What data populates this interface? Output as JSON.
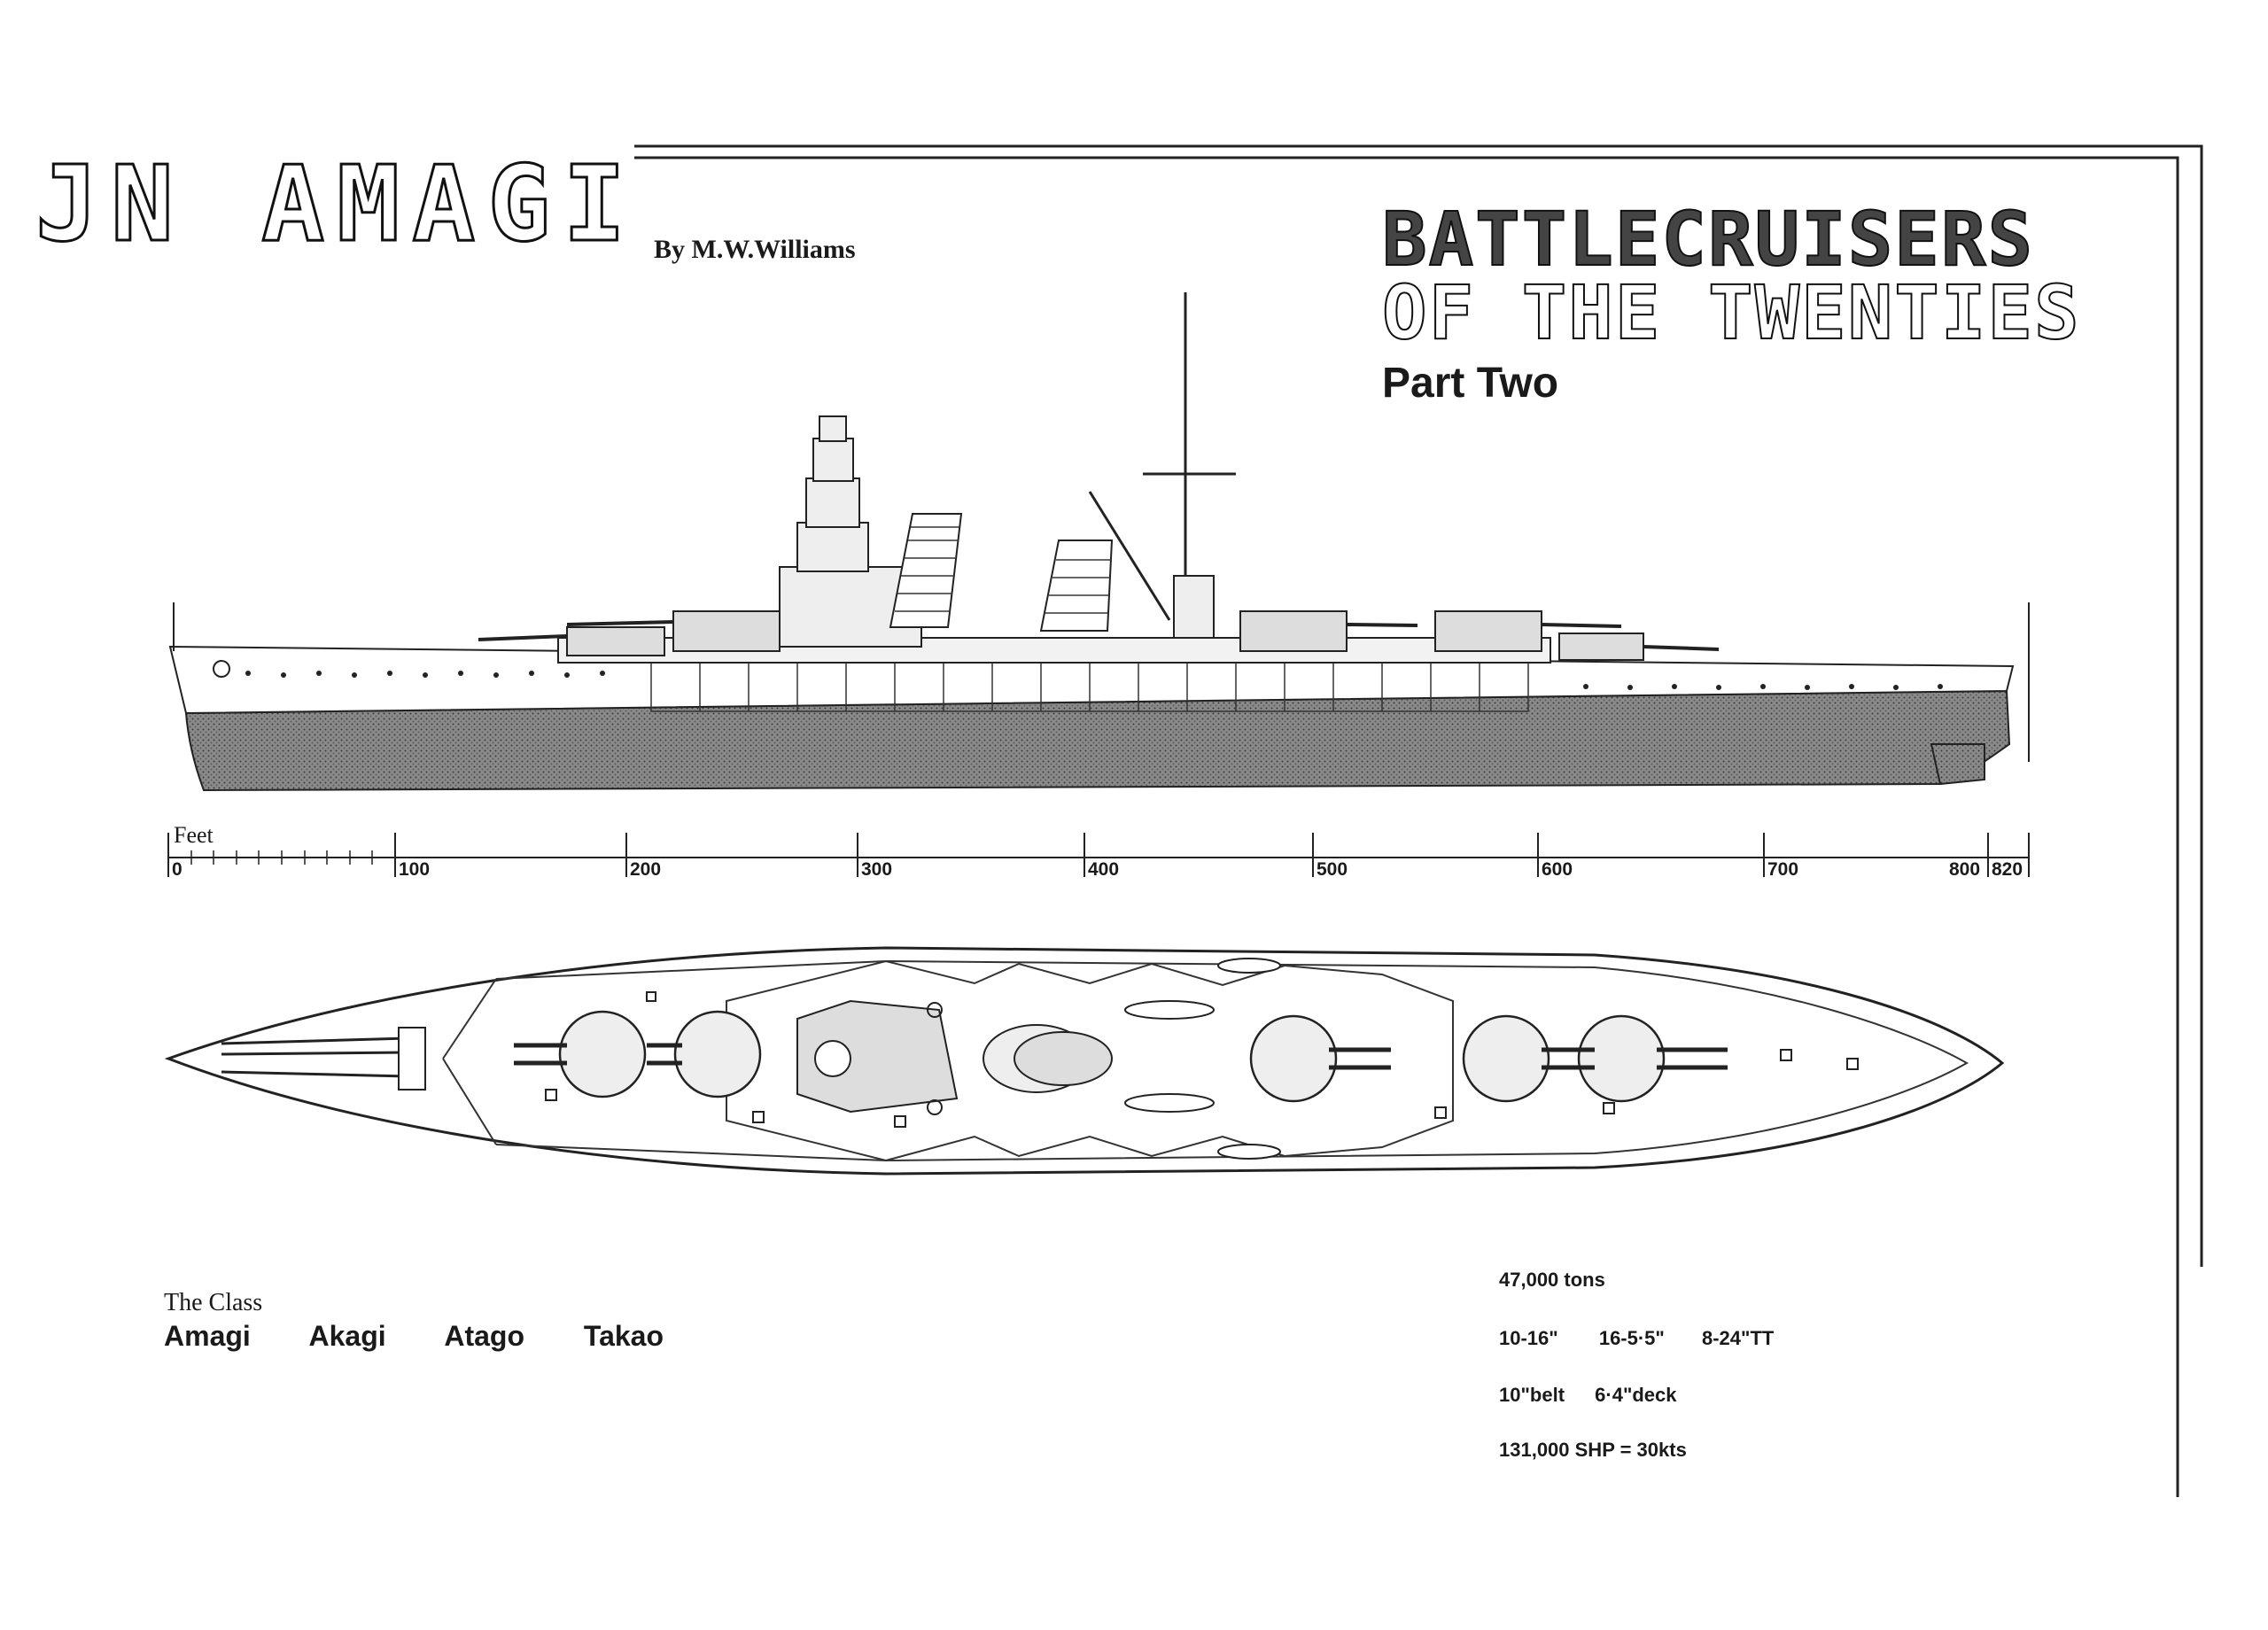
{
  "header": {
    "title": "JN AMAGI",
    "byline": "By M.W.Williams",
    "series_line1": "BATTLECRUISERS",
    "series_line2": "OF THE TWENTIES",
    "part": "Part Two"
  },
  "scale": {
    "label": "Feet",
    "ticks": [
      "0",
      "100",
      "200",
      "300",
      "400",
      "500",
      "600",
      "700",
      "800",
      "820"
    ]
  },
  "class_info": {
    "heading": "The Class",
    "ships": [
      "Amagi",
      "Akagi",
      "Atago",
      "Takao"
    ]
  },
  "specs": {
    "displacement": "47,000 tons",
    "armament": [
      "10-16\"",
      "16-5·5\"",
      "8-24\"TT"
    ],
    "armour": [
      "10\"belt",
      "6·4\"deck"
    ],
    "machinery": "131,000 SHP = 30kts"
  }
}
